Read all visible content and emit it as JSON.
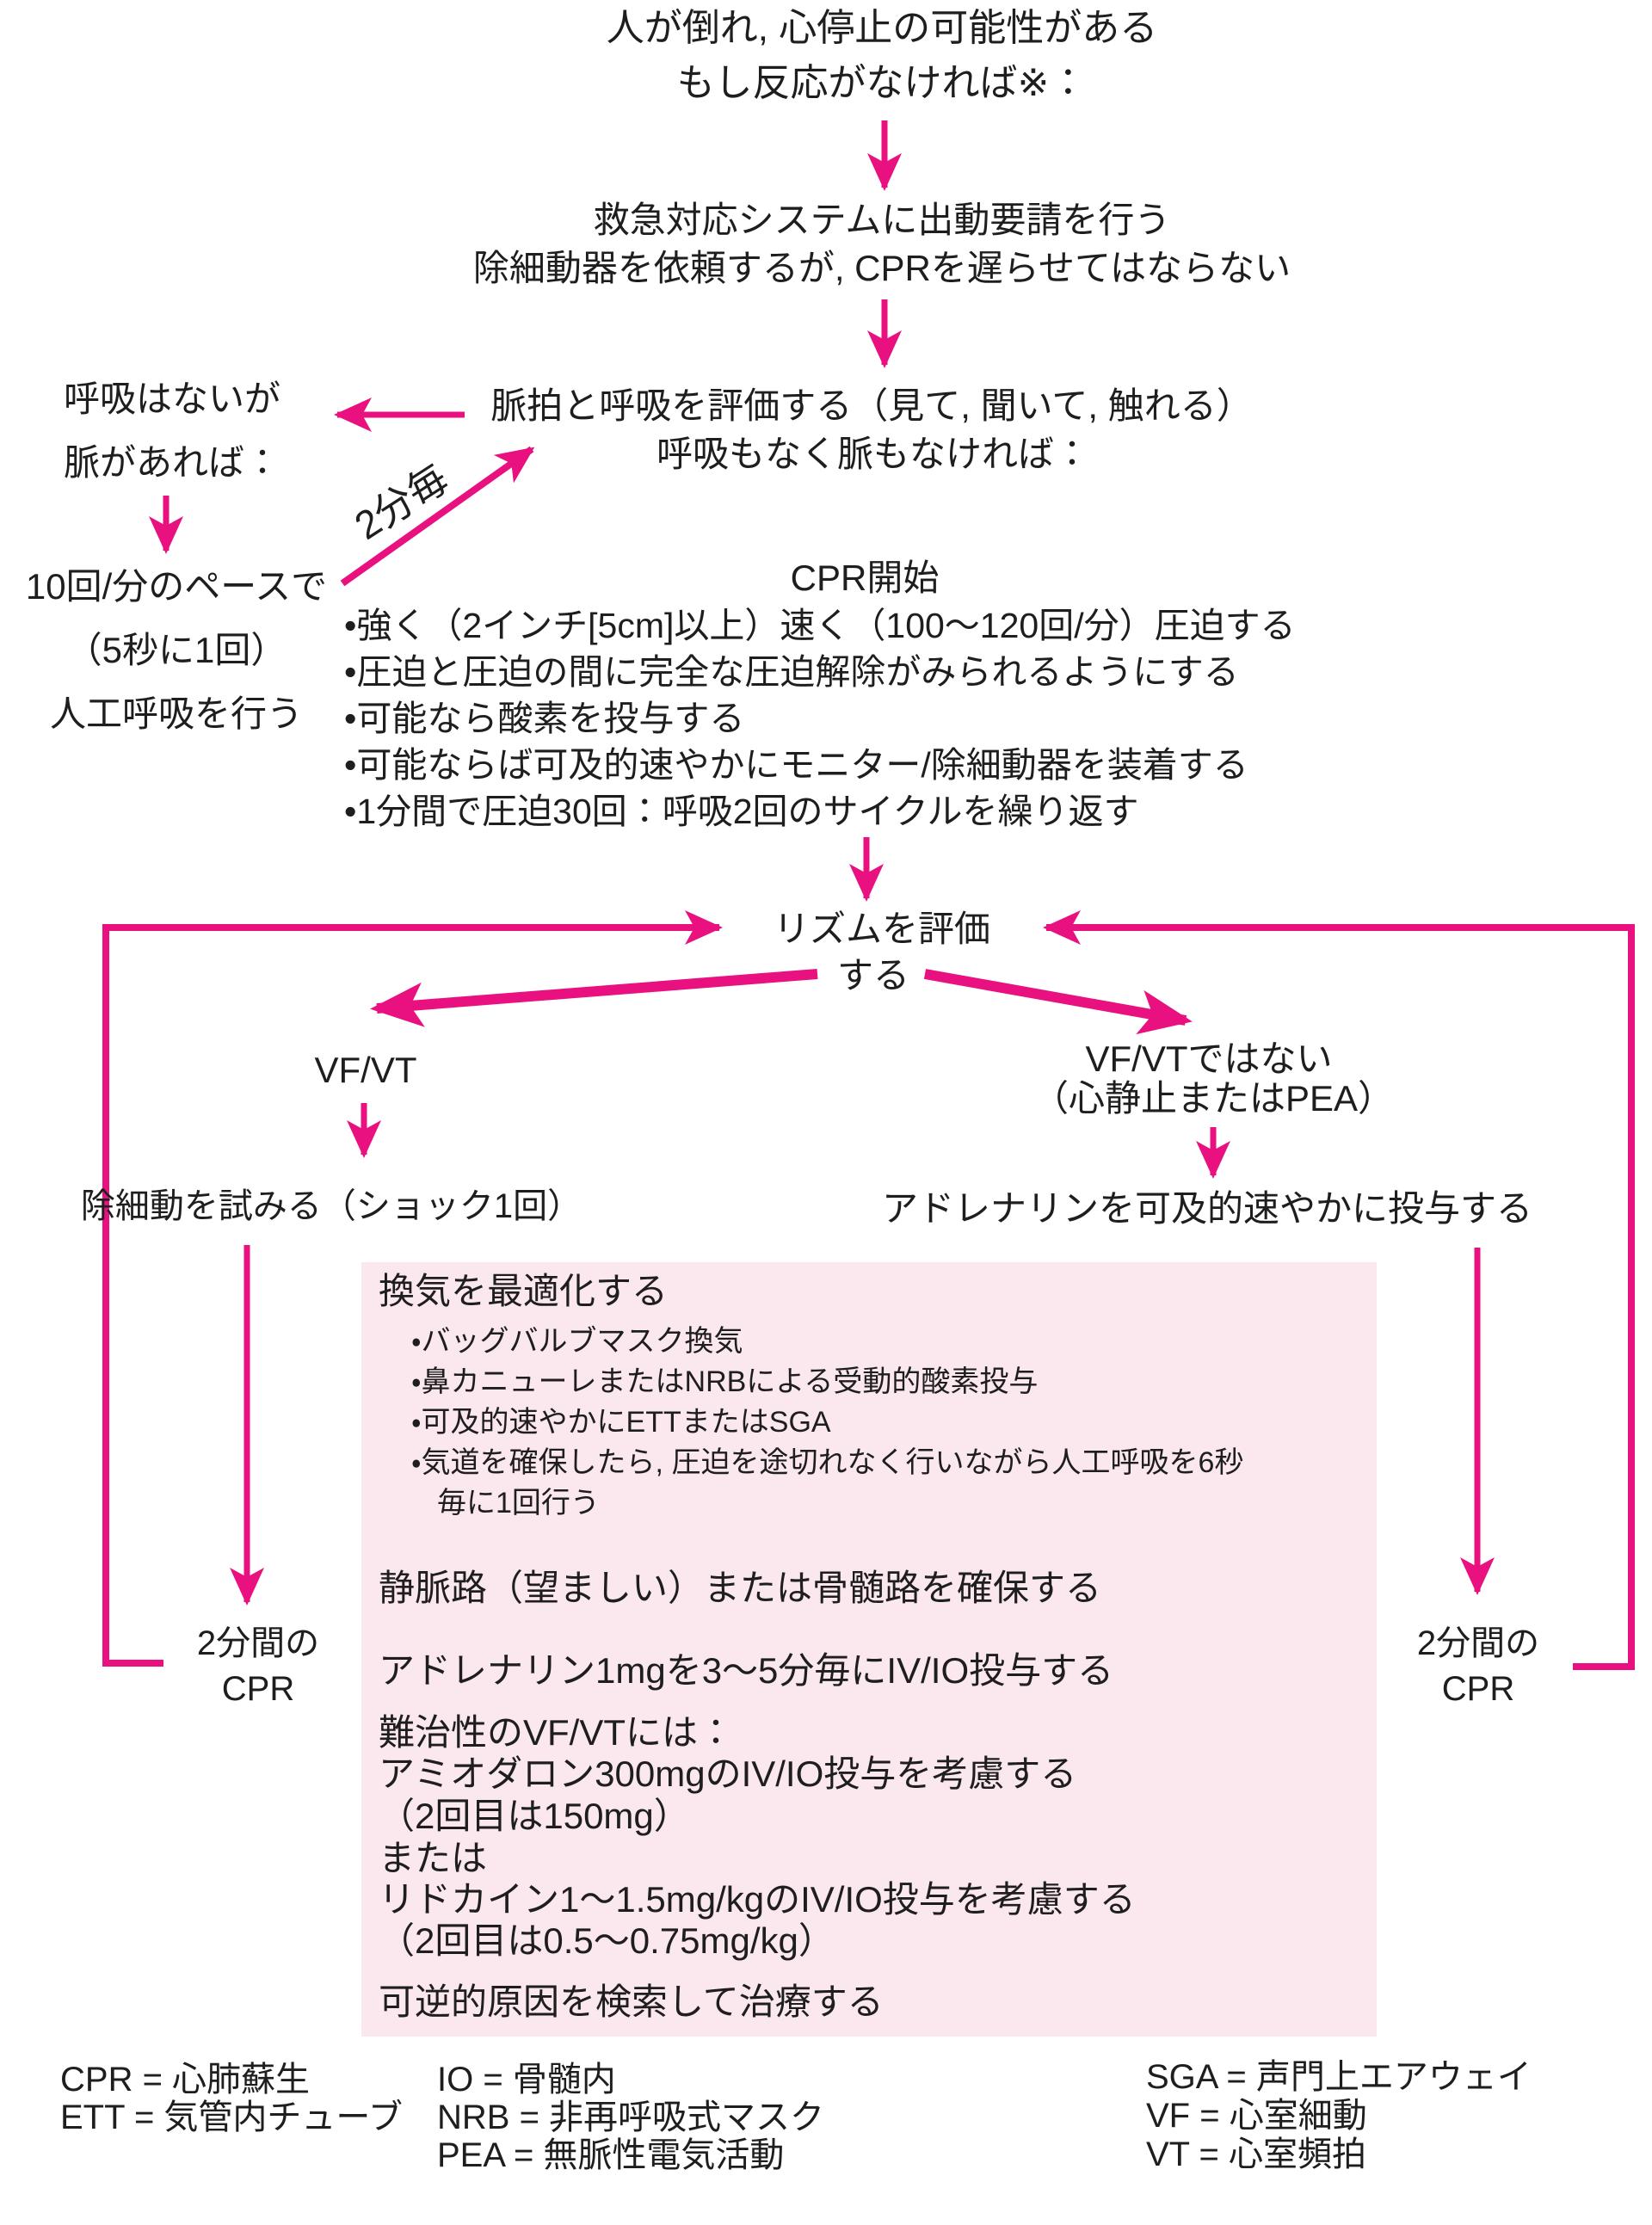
{
  "colors": {
    "accent": "#e8117f",
    "box_bg": "#fbe7ee",
    "text": "#1e1e1e"
  },
  "flow": {
    "start": {
      "line1": "人が倒れ, 心停止の可能性がある",
      "line2": "もし反応がなければ※："
    },
    "call_ems": {
      "line1": "救急対応システムに出動要請を行う",
      "line2": "除細動器を依頼するが, CPRを遅らせてはならない"
    },
    "assess": {
      "line1": "脈拍と呼吸を評価する（見て, 聞いて, 触れる）",
      "line2": "呼吸もなく脈もなければ："
    },
    "no_breathing_has_pulse": {
      "line1": "呼吸はないが",
      "line2": "脈があれば："
    },
    "rescue_breathing": {
      "line1": "10回/分のペースで",
      "line2": "（5秒に1回）",
      "line3": "人工呼吸を行う"
    },
    "every_2_min_label": "2分毎",
    "cpr_start": {
      "title": "CPR開始",
      "bullets": [
        "•強く（2インチ[5cm]以上）速く（100〜120回/分）圧迫する",
        "•圧迫と圧迫の間に完全な圧迫解除がみられるようにする",
        "•可能なら酸素を投与する",
        "•可能ならば可及的速やかにモニター/除細動器を装着する",
        "•1分間で圧迫30回：呼吸2回のサイクルを繰り返す"
      ]
    },
    "rhythm_check": {
      "line1": "リズムを評価",
      "line2": "する"
    },
    "vf_vt_label": "VF/VT",
    "not_vf_vt": {
      "line1": "VF/VTではない",
      "line2": "（心静止またはPEA）"
    },
    "attempt_defibrillation": "除細動を試みる（ショック1回）",
    "give_epinephrine_asap": "アドレナリンを可及的速やかに投与する",
    "cpr_2min_left": {
      "line1": "2分間の",
      "line2": "CPR"
    },
    "cpr_2min_right": {
      "line1": "2分間の",
      "line2": "CPR"
    }
  },
  "treatment_box": {
    "optimize_ventilation": {
      "title": "換気を最適化する",
      "bullets": [
        "・バッグバルブマスク換気",
        "・鼻カニューレまたはNRBによる受動的酸素投与",
        "・可及的速やかにETTまたはSGA",
        "・気道を確保したら, 圧迫を途切れなく行いながら人工呼吸を6秒"
      ],
      "bullet4_continued": "毎に1回行う"
    },
    "vascular_access": "静脈路（望ましい）または骨髄路を確保する",
    "epinephrine_dosing": "アドレナリン1mgを3〜5分毎にIV/IO投与する",
    "refractory_vf_vt": {
      "line1": "難治性のVF/VTには：",
      "line2": "アミオダロン300mgのIV/IO投与を考慮する",
      "line3": "（2回目は150mg）",
      "line4": "または",
      "line5": "リドカイン1〜1.5mg/kgのIV/IO投与を考慮する",
      "line6": "（2回目は0.5〜0.75mg/kg）"
    },
    "reversible_causes": "可逆的原因を検索して治療する"
  },
  "legend": {
    "col1": [
      "CPR = 心肺蘇生",
      "ETT = 気管内チューブ"
    ],
    "col2": [
      "IO = 骨髄内",
      "NRB = 非再呼吸式マスク",
      "PEA = 無脈性電気活動"
    ],
    "col3": [
      "SGA = 声門上エアウェイ",
      "VF = 心室細動",
      "VT = 心室頻拍"
    ]
  }
}
